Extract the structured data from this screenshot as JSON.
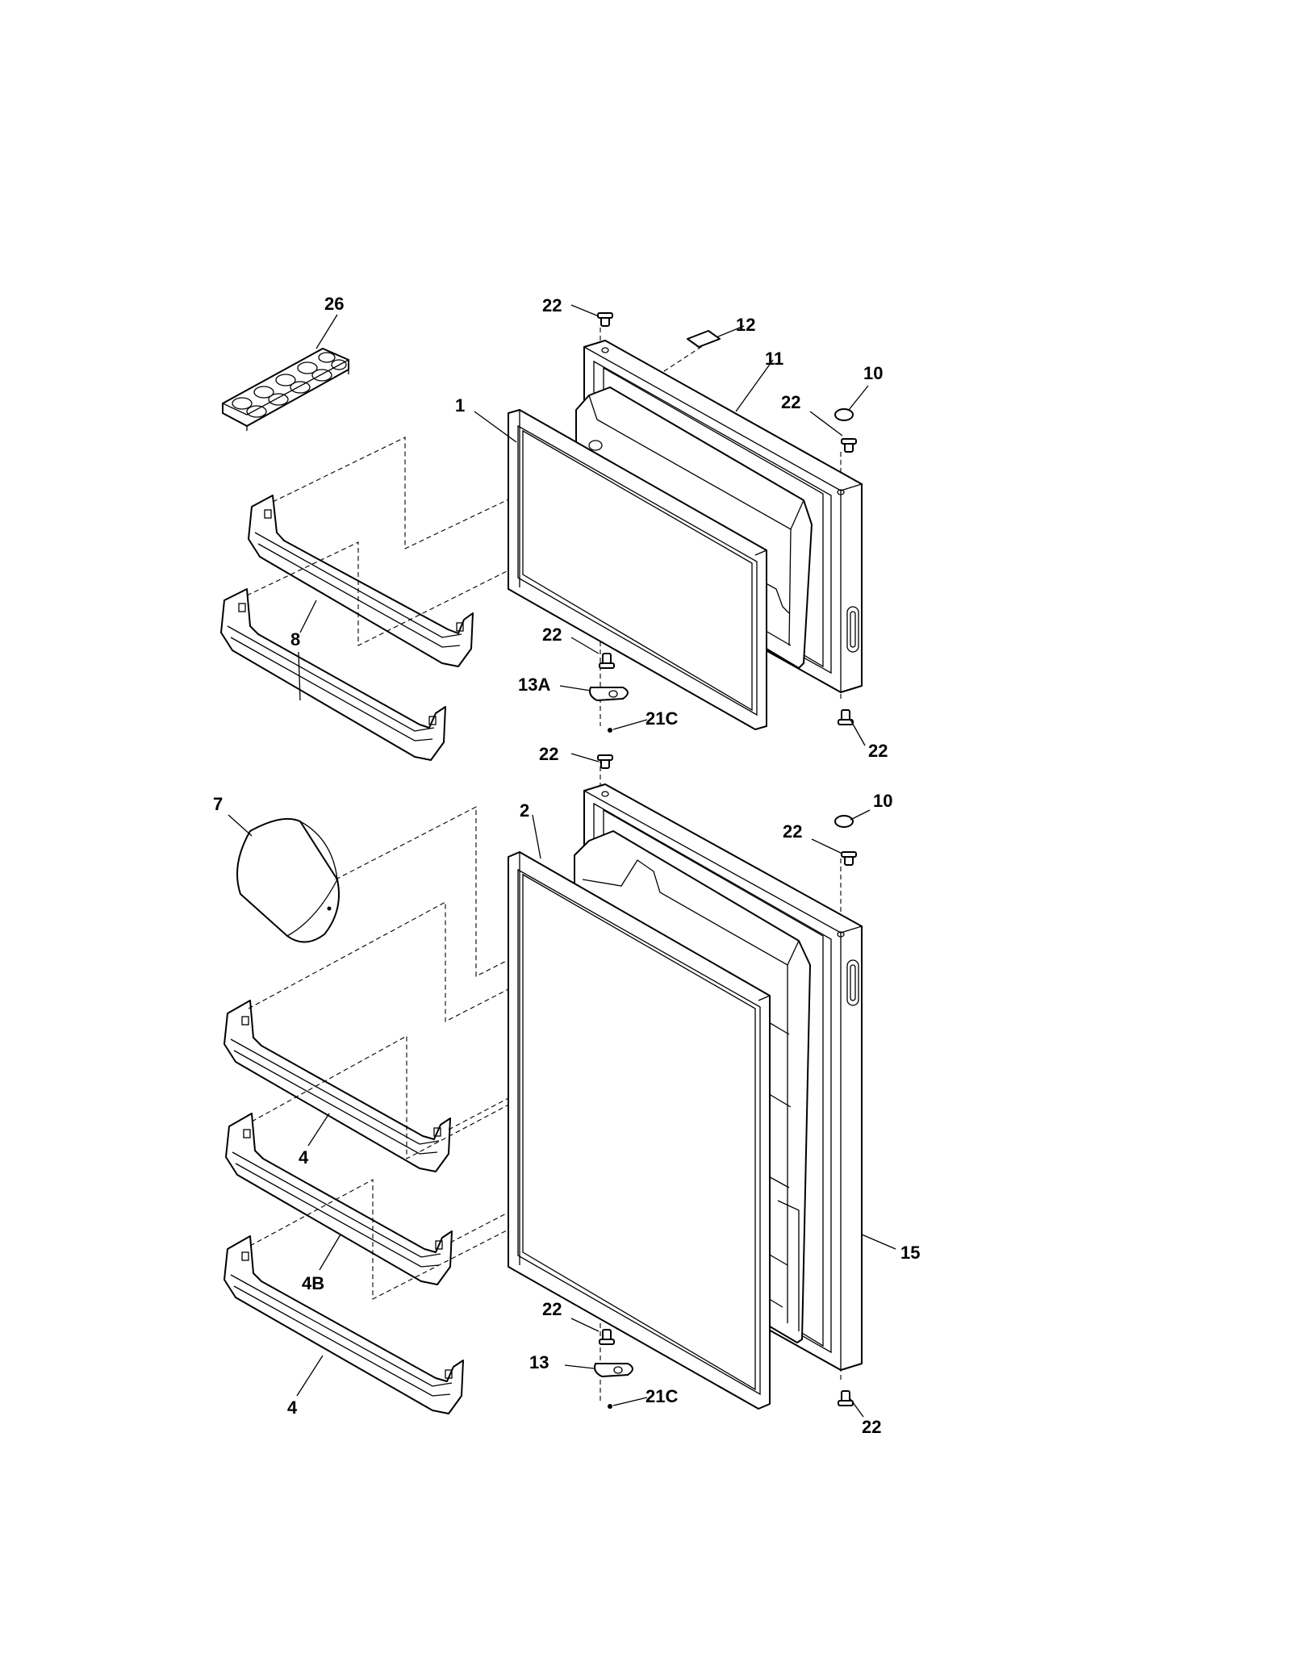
{
  "diagram": {
    "type": "exploded-parts-view",
    "callouts": {
      "c1": "1",
      "c2": "2",
      "c4a": "4",
      "c4b": "4B",
      "c4c": "4",
      "c7": "7",
      "c8": "8",
      "c10a": "10",
      "c10b": "10",
      "c11": "11",
      "c12": "12",
      "c13": "13",
      "c13a": "13A",
      "c15": "15",
      "c21ca": "21C",
      "c21cb": "21C",
      "c22a": "22",
      "c22b": "22",
      "c22c": "22",
      "c22d": "22",
      "c22e": "22",
      "c22f": "22",
      "c22g": "22",
      "c22h": "22",
      "c26": "26"
    }
  }
}
